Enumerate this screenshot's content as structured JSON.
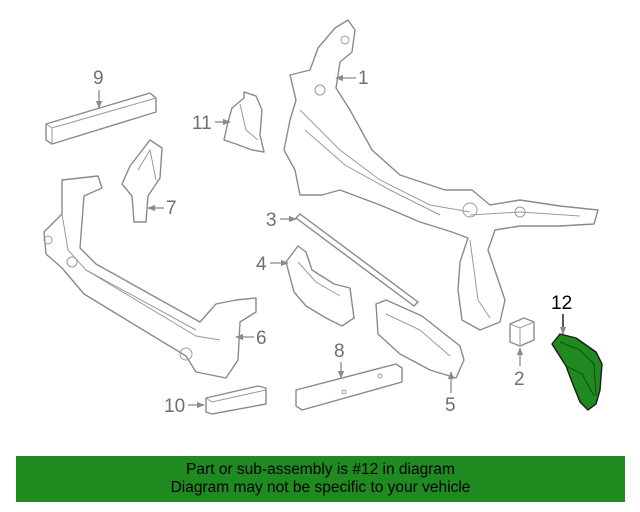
{
  "callouts": {
    "c1": "1",
    "c2": "2",
    "c3": "3",
    "c4": "4",
    "c5": "5",
    "c6": "6",
    "c7": "7",
    "c8": "8",
    "c9": "9",
    "c10": "10",
    "c11": "11",
    "c12": "12"
  },
  "highlight_color": "#1f8a1f",
  "highlighted_part": "12",
  "banner": {
    "line1": "Part or sub-assembly is #12 in diagram",
    "line2": "Diagram may not be specific to your vehicle"
  }
}
